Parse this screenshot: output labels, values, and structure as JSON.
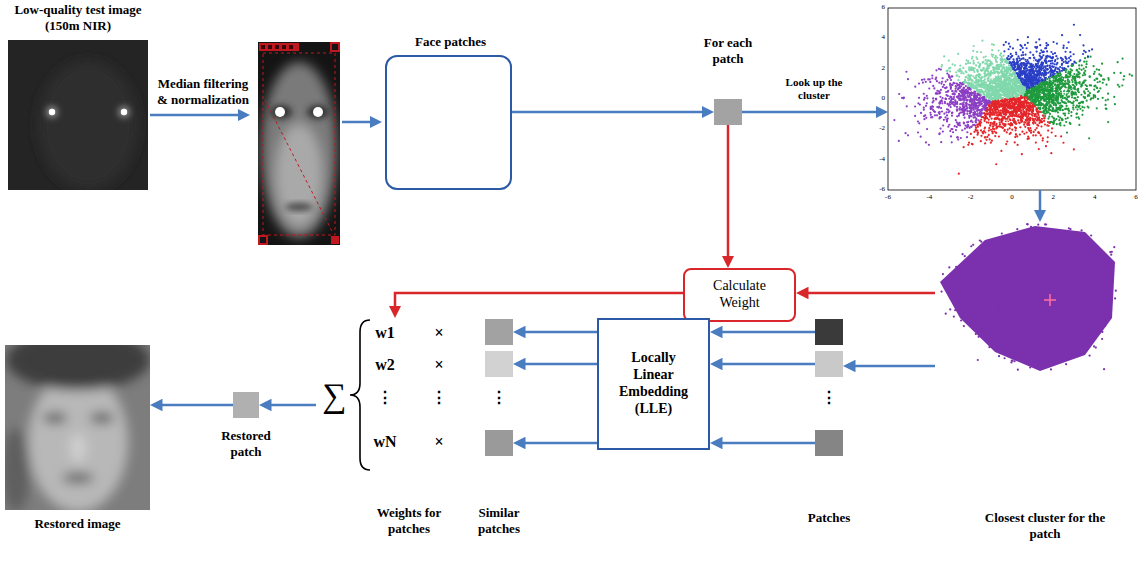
{
  "diagram": {
    "nodes": [
      {
        "text": [
          "Low-quality test image (150m NIR)"
        ]
      },
      {
        "text": [
          "Face patches"
        ]
      },
      {
        "text": [
          "For each patch"
        ]
      },
      {
        "text": [
          "6",
          "4",
          "2",
          "0",
          "-2",
          "-4",
          "-6",
          "-6",
          "-4",
          "-2",
          "0",
          "2",
          "4",
          "6"
        ]
      },
      {
        "text": [
          "Closest cluster for the patch"
        ]
      },
      {
        "text": [
          "Calculate Weight"
        ]
      },
      {
        "text": [
          "Patches"
        ]
      },
      {
        "text": [
          "Locally Linear Embedding (LLE)"
        ]
      },
      {
        "text": [
          "Similar patches"
        ]
      },
      {
        "text": [
          "Weights for patches"
        ]
      },
      {
        "text": [
          "Restored patch"
        ]
      },
      {
        "text": [
          "Restored image"
        ]
      }
    ],
    "edges": [
      {
        "from": 1,
        "to": 2,
        "arrow": "to"
      },
      {
        "from": 2,
        "to": 3,
        "label": "Look up the cluster",
        "arrow": "to"
      },
      {
        "from": 3,
        "to": 4,
        "arrow": "to"
      },
      {
        "from": 2,
        "to": 5,
        "arrow": "to"
      },
      {
        "from": 4,
        "to": 5,
        "arrow": "to"
      },
      {
        "from": 5,
        "to": 9,
        "arrow": "to"
      },
      {
        "from": 4,
        "to": 6,
        "arrow": "to"
      },
      {
        "from": 6,
        "to": 7,
        "arrow": "to"
      },
      {
        "from": 6,
        "to": 7,
        "arrow": "to"
      },
      {
        "from": 6,
        "to": 7,
        "arrow": "to"
      },
      {
        "from": 7,
        "to": 8,
        "arrow": "to"
      },
      {
        "from": 7,
        "to": 8,
        "arrow": "to"
      },
      {
        "from": 7,
        "to": 8,
        "arrow": "to"
      },
      {
        "from": 9,
        "to": 10,
        "arrow": "to"
      },
      {
        "from": 10,
        "to": 11,
        "arrow": "to"
      }
    ],
    "labels": [
      "Median filtering & normalization",
      "∑",
      "w1",
      "×",
      "w2",
      "×",
      "⋮",
      "⋮",
      "⋮",
      "⋮",
      "wN",
      "×"
    ]
  }
}
